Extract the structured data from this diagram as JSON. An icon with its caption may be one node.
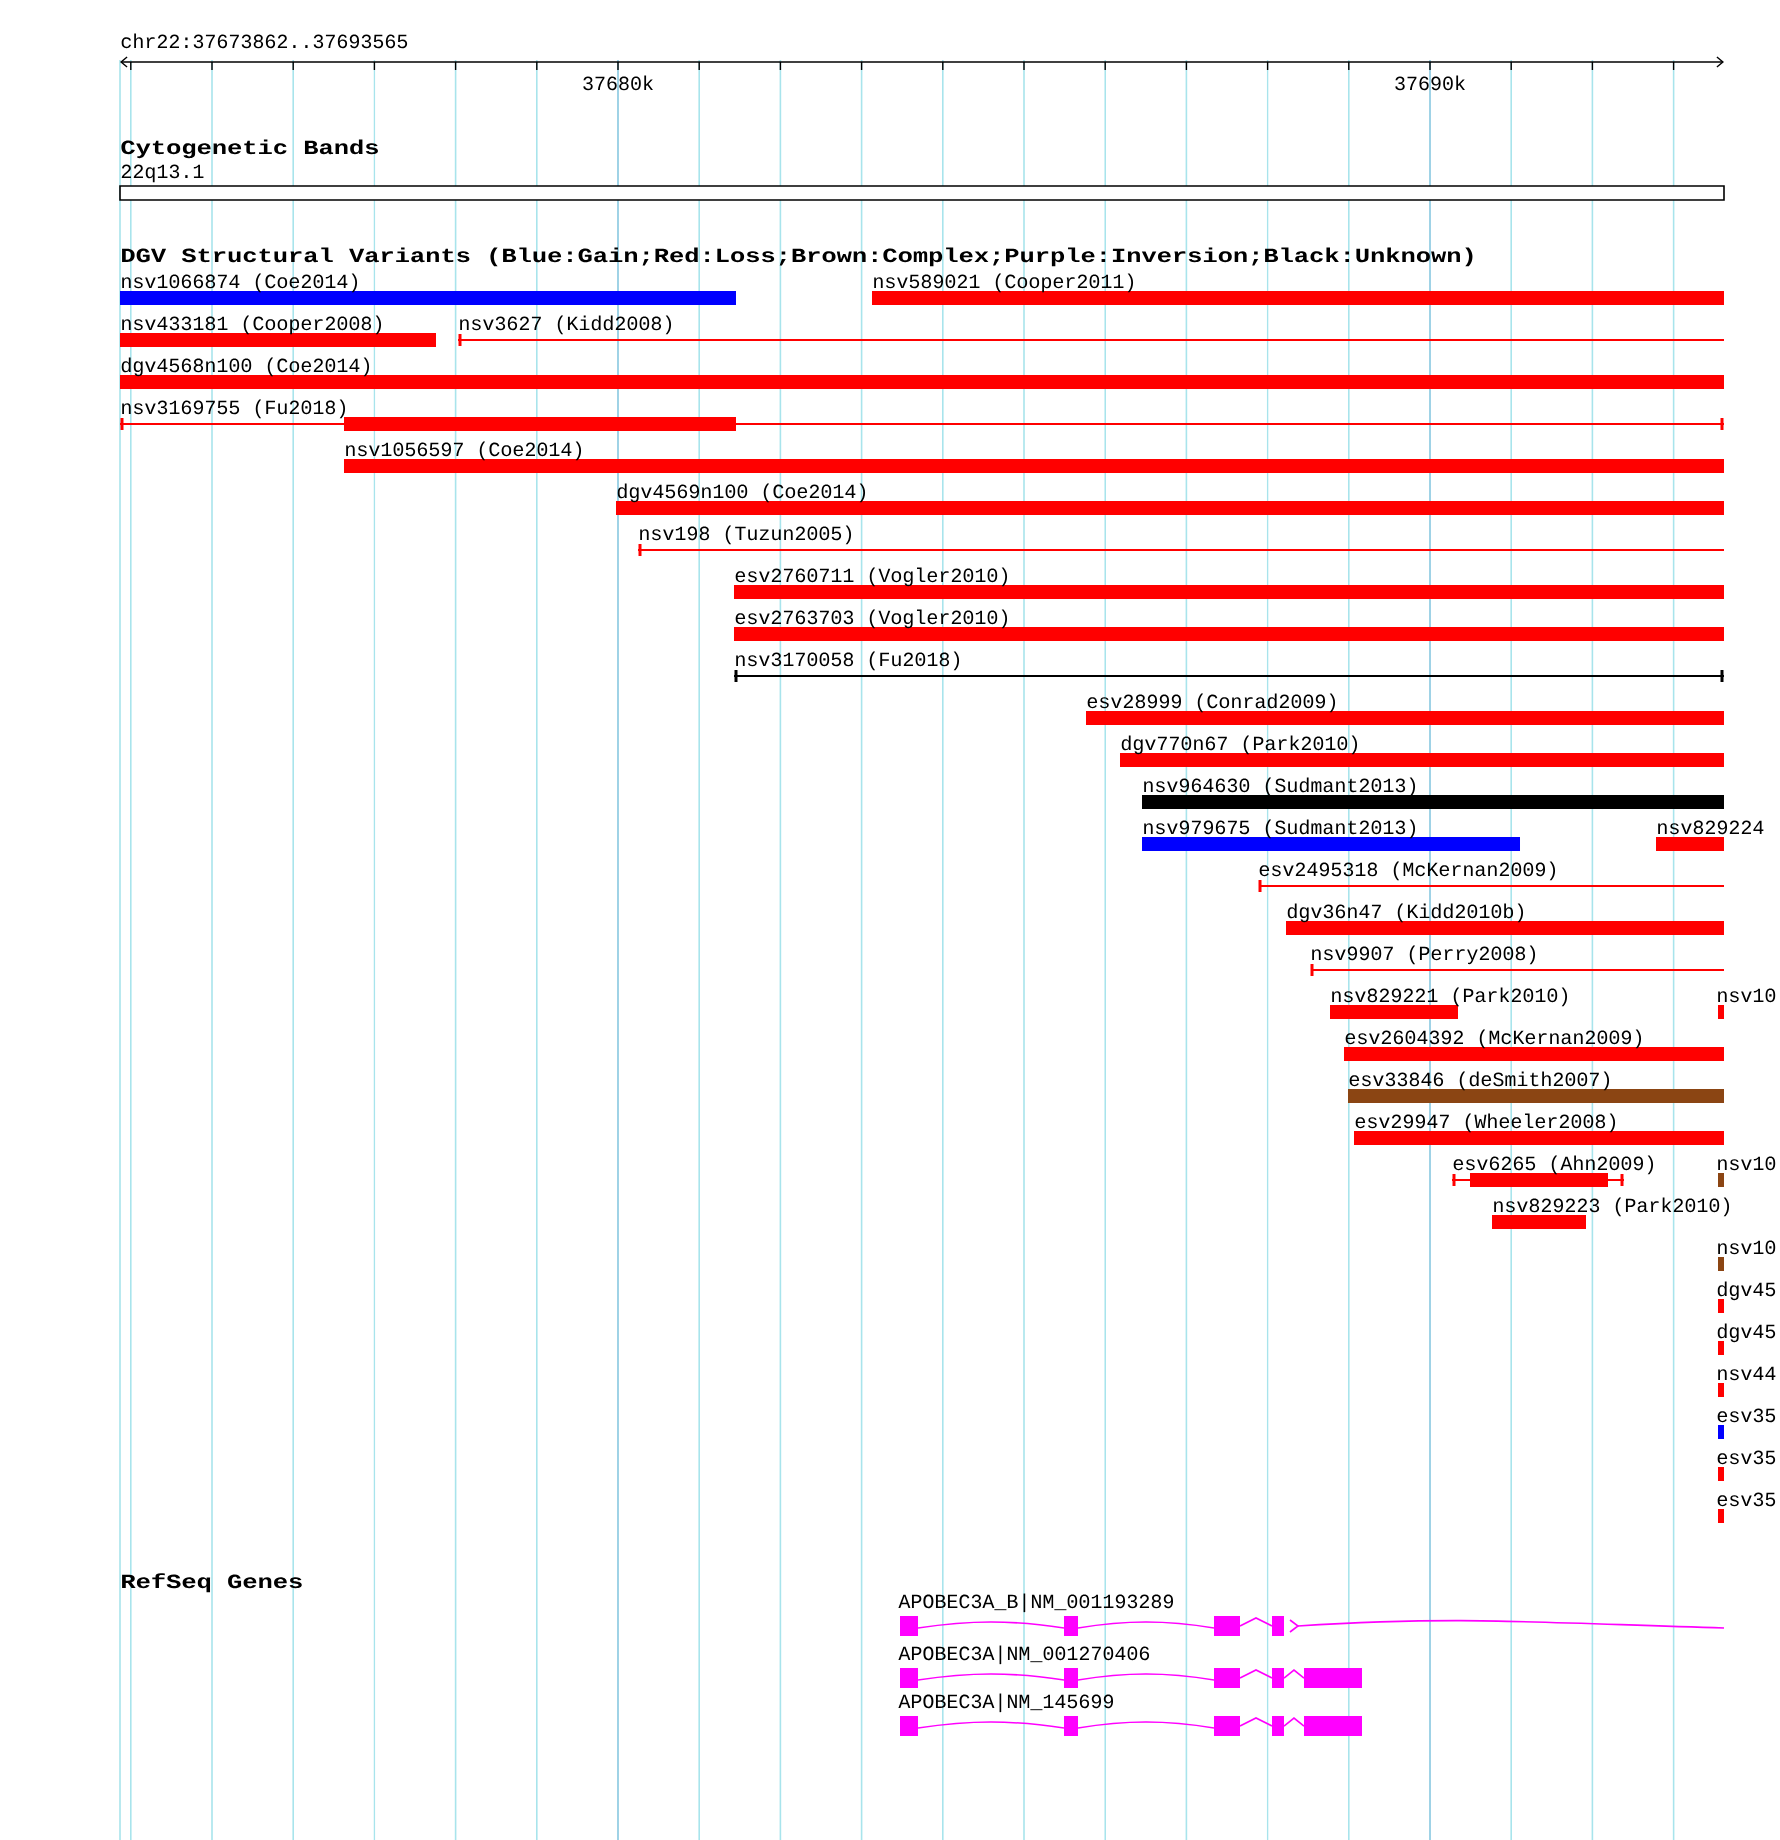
{
  "diagram": {
    "nodes": [
      {
        "text": [
          "22q13.1"
        ]
      },
      {
        "text": [
          "nsv1066874 (Coe2014)"
        ]
      },
      {
        "text": [
          "nsv589021 (Cooper2011)"
        ]
      },
      {
        "text": [
          "nsv433181 (Cooper2008)"
        ]
      },
      {
        "text": [
          "nsv3627 (Kidd2008)"
        ]
      },
      {
        "text": [
          "dgv4568n100 (Coe2014)"
        ]
      },
      {
        "text": [
          "nsv3169755 (Fu2018)"
        ]
      },
      {
        "text": [
          "nsv1056597 (Coe2014)"
        ]
      },
      {
        "text": [
          "dgv4569n100 (Coe2014)"
        ]
      },
      {
        "text": [
          "nsv198 (Tuzun2005)"
        ]
      },
      {
        "text": [
          "esv2760711 (Vogler2010)"
        ]
      },
      {
        "text": [
          "esv2763703 (Vogler2010)"
        ]
      },
      {
        "text": [
          "nsv3170058 (Fu2018)"
        ]
      },
      {
        "text": [
          "esv28999 (Conrad2009)"
        ]
      },
      {
        "text": [
          "dgv770n67 (Park2010)"
        ]
      },
      {
        "text": [
          "nsv964630 (Sudmant2013)"
        ]
      },
      {
        "text": [
          "nsv979675 (Sudmant2013)"
        ]
      },
      {
        "text": [
          "nsv829224"
        ]
      },
      {
        "text": [
          "esv2495318 (McKernan2009)"
        ]
      },
      {
        "text": [
          "dgv36n47 (Kidd2010b)"
        ]
      },
      {
        "text": [
          "nsv9907 (Perry2008)"
        ]
      },
      {
        "text": [
          "nsv829221 (Park2010)"
        ]
      },
      {
        "text": [
          "nsv10"
        ]
      },
      {
        "text": [
          "esv2604392 (McKernan2009)"
        ]
      },
      {
        "text": [
          "esv33846 (deSmith2007)"
        ]
      },
      {
        "text": [
          "esv29947 (Wheeler2008)"
        ]
      },
      {
        "text": [
          "esv6265 (Ahn2009)"
        ]
      },
      {
        "text": [
          "nsv10"
        ]
      },
      {
        "text": [
          "nsv829223 (Park2010)"
        ]
      },
      {
        "text": [
          "nsv10"
        ]
      },
      {
        "text": [
          "dgv45"
        ]
      },
      {
        "text": [
          "dgv45"
        ]
      },
      {
        "text": [
          "nsv44"
        ]
      },
      {
        "text": [
          "esv35"
        ]
      },
      {
        "text": [
          "esv35"
        ]
      },
      {
        "text": [
          "esv35"
        ]
      },
      {
        "text": [
          "APOBEC3A_B|NM_001193289"
        ]
      },
      {
        "text": [
          "APOBEC3A|NM_001270406"
        ]
      },
      {
        "text": [
          "APOBEC3A|NM_145699"
        ]
      }
    ],
    "labels": [
      "chr22:37673862..37693565",
      "37680k",
      "37690k",
      "Cytogenetic Bands",
      "DGV Structural Variants (Blue:Gain;Red:Loss;Brown:Complex;Purple:Inversion;Black:Unknown)",
      "RefSeq Genes"
    ]
  }
}
